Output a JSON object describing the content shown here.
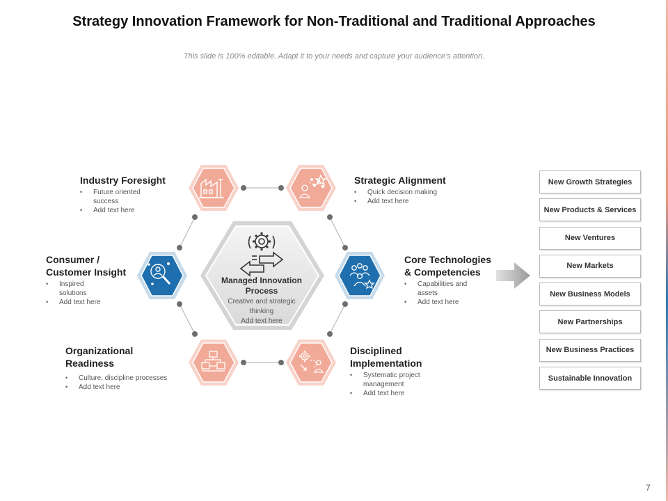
{
  "slide": {
    "title": "Strategy Innovation Framework for Non-Traditional and Traditional Approaches",
    "subtitle": "This slide is 100% editable. Adapt it to your needs and capture your audience’s attention.",
    "page_number": "7"
  },
  "center": {
    "title": "Managed Innovation Process",
    "desc_line1": "Creative and strategic",
    "desc_line2": "thinking",
    "desc_line3": "Add text here",
    "icon": "gears-arrows-icon"
  },
  "nodes": [
    {
      "id": "industry-foresight",
      "title": "Industry Foresight",
      "title2": "",
      "bullets": [
        "Future oriented",
        "success",
        "Add text here"
      ],
      "icon": "factory-icon",
      "color": "#f2aa98"
    },
    {
      "id": "strategic-alignment",
      "title": "Strategic Alignment",
      "title2": "",
      "bullets": [
        "Quick decision making",
        "Add text here"
      ],
      "icon": "constellation-person-icon",
      "color": "#f2aa98"
    },
    {
      "id": "core-technologies",
      "title": "Core Technologies",
      "title2": "& Competencies",
      "bullets": [
        "Capabilities and",
        "assets",
        "Add text here"
      ],
      "icon": "team-star-icon",
      "color": "#1f6fae"
    },
    {
      "id": "disciplined-implementation",
      "title": "Disciplined",
      "title2": "Implementation",
      "bullets": [
        "Systematic project",
        "management",
        "Add text here"
      ],
      "icon": "gear-path-icon",
      "color": "#f2aa98"
    },
    {
      "id": "organizational-readiness",
      "title": "Organizational",
      "title2": "Readiness",
      "bullets": [
        "Culture, discipline processes",
        "Add text here"
      ],
      "icon": "boxes-network-icon",
      "color": "#f2aa98"
    },
    {
      "id": "consumer-insight",
      "title": "Consumer /",
      "title2": "Customer Insight",
      "bullets": [
        "Inspired",
        "solutions",
        "Add text here"
      ],
      "icon": "magnifier-person-icon",
      "color": "#1f6fae"
    }
  ],
  "outcomes": [
    "New Growth Strategies",
    "New Products & Services",
    "New Ventures",
    "New Markets",
    "New Business Models",
    "New Partnerships",
    "New Business Practices",
    "Sustainable Innovation"
  ],
  "colors": {
    "salmon": "#f2aa98",
    "blue": "#1f6fae",
    "connector": "#bdbdbd",
    "dot": "#6e6e6e",
    "arrow": "#a9a9a9"
  }
}
